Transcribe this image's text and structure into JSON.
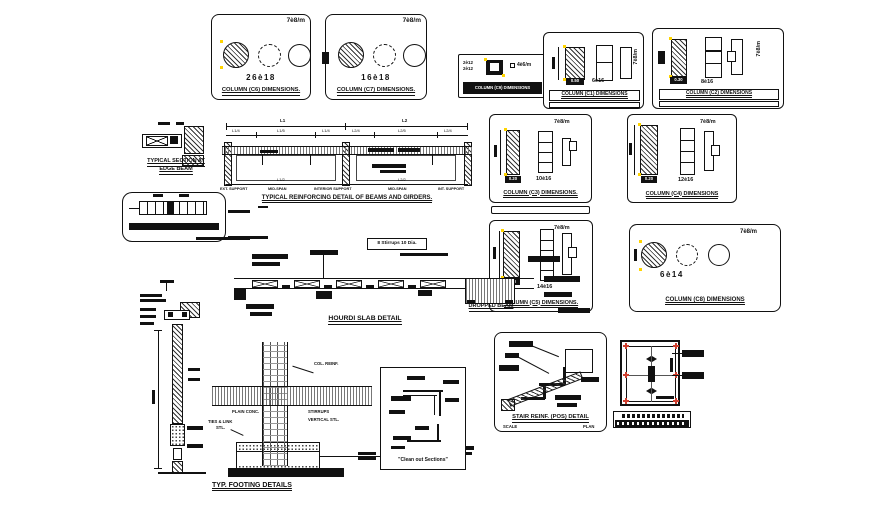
{
  "colors": {
    "line": "#111111",
    "grip_yellow": "#ffd400",
    "marker_red": "#d04030"
  },
  "drawing": {
    "columns": {
      "c6": {
        "stirrups": "7è8/m",
        "bars": "26è18",
        "title": "COLUMN (C6) DIMENSIONS."
      },
      "c7": {
        "stirrups": "7è8/m",
        "bars": "16è18",
        "title": "COLUMN (C7) DIMENSIONS."
      },
      "c9": {
        "bar_a": "2è12",
        "bar_b": "2è12",
        "stirrups": "4è6/m",
        "title": "COLUMN (C9) DIMENSIONS"
      },
      "c1": {
        "stirrups": "7è8/m",
        "bars": "6è16",
        "width": "0.50",
        "title": "COLUMN (C1) DIMENSIONS"
      },
      "c2": {
        "stirrups": "7è8/m",
        "bars": "8è16",
        "width": "0.30",
        "title": "COLUMN (C2) DIMENSIONS"
      },
      "c3": {
        "stirrups": "7è8/m",
        "bars": "10è16",
        "width": "0.20",
        "title": "COLUMN (C3) DIMENSIONS."
      },
      "c4": {
        "stirrups": "7è8/m",
        "bars": "12è16",
        "width": "0.20",
        "title": "COLUMN (C4) DIMENSIONS"
      },
      "c5": {
        "stirrups": "7è8/m",
        "bars": "14è16",
        "width": "0.20",
        "title": "COLUMN (C5) DIMENSIONS."
      },
      "c8": {
        "stirrups": "7è8/m",
        "bars": "6è14",
        "title": "COLUMN (C8) DIMENSIONS"
      }
    },
    "beam": {
      "title": "TYPICAL REINFORCING DETAIL OF BEAMS AND GIRDERS.",
      "span_left": "L1",
      "span_right": "L2",
      "sub_dims": [
        "L1/4",
        "L1/5",
        "L1/4",
        "L2/4",
        "L2/5",
        "L2/4"
      ],
      "mid_dims": [
        "L1/2",
        "L2/2"
      ],
      "supports": [
        "EXT. SUPPORT",
        "MID-SPAN",
        "INTERIOR SUPPORT",
        "MID-SPAN",
        "INT. SUPPORT"
      ]
    },
    "edge_beam": {
      "line1": "TYPICAL SECTION AT",
      "line2": "EDGE BEAM"
    },
    "hourdi": {
      "title": "HOURDI SLAB DETAIL",
      "stirrup_note": "8 Stirrups 10 Dia.",
      "dropped_beam": "DROPPED BEAM"
    },
    "footing": {
      "title": "TYP. FOOTING DETAILS",
      "labels": {
        "col_reinf": "COL. REINF.",
        "stirrups": "STIRRUPS",
        "plain_conc": "PLAIN CONC.",
        "vertical_stl": "VERTICAL STL.",
        "ties1": "TIES & LINK",
        "ties2": "STL."
      }
    },
    "cleanout": {
      "caption": "\"Clean out Sections\""
    },
    "stair": {
      "title": "STAIR REINF. (POS) DETAIL",
      "note_left": "SCALE",
      "note_right": "PLAN"
    }
  }
}
